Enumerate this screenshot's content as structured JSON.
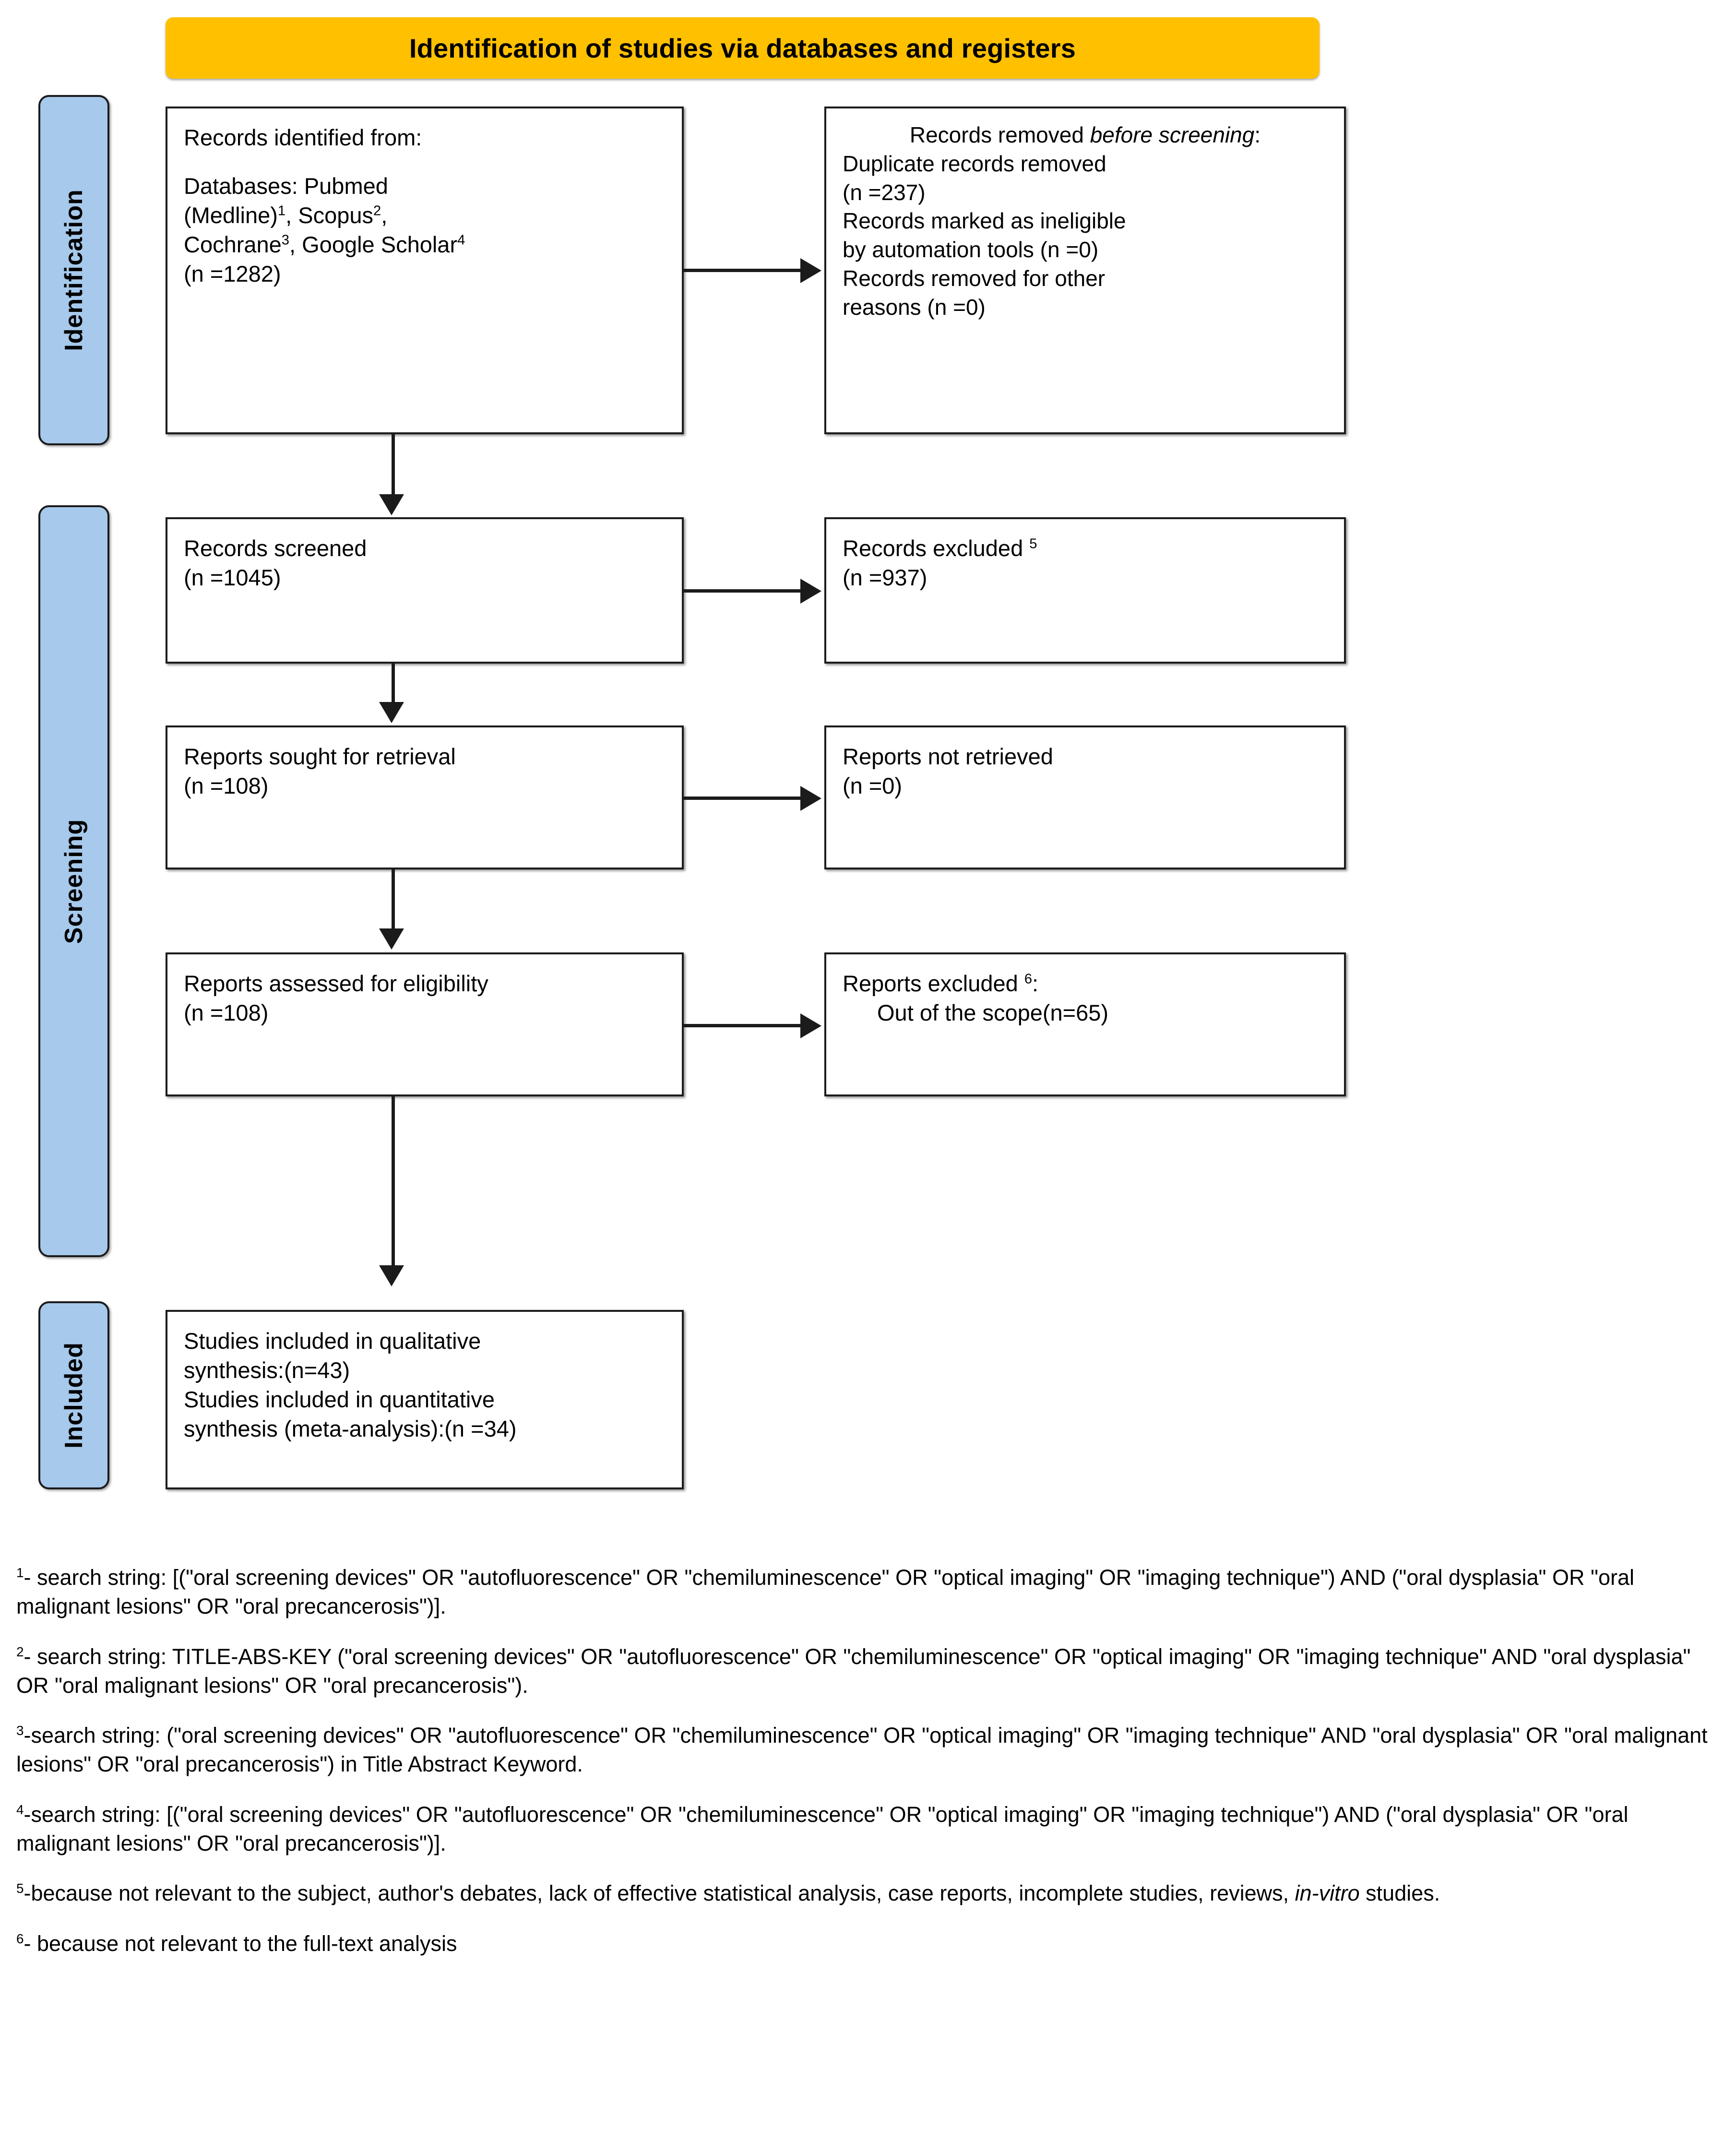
{
  "header": {
    "title": "Identification of studies via databases and registers"
  },
  "stages": [
    {
      "key": "identification",
      "label": "Identification"
    },
    {
      "key": "screening",
      "label": "Screening"
    },
    {
      "key": "included",
      "label": "Included"
    }
  ],
  "boxes": {
    "identified": {
      "line1": "Records identified from:",
      "line2": "Databases: Pubmed",
      "line3_a": "(Medline)",
      "line3_sup": "1",
      "line3_b": ", Scopus",
      "line3_sup2": "2",
      "line3_c": ",",
      "line4_a": "Cochrane",
      "line4_sup": "3",
      "line4_b": ", Google Scholar",
      "line4_sup2": "4",
      "line5": "(n =1282)"
    },
    "removed": {
      "title_a": "Records removed ",
      "title_italic": "before screening",
      "title_b": ":",
      "line1": "Duplicate records removed",
      "line2": "(n =237)",
      "line3": "Records marked as ineligible",
      "line4": "by automation tools (n =0)",
      "line5": "Records removed for other",
      "line6": "reasons (n =0)"
    },
    "screened": {
      "line1": "Records screened",
      "line2": "(n =1045)"
    },
    "records_excluded": {
      "line1": "Records excluded ",
      "sup": "5",
      "line2": "(n =937)"
    },
    "sought": {
      "line1": "Reports sought for retrieval",
      "line2": "(n =108)"
    },
    "not_retrieved": {
      "line1": "Reports not retrieved",
      "line2": "(n =0)"
    },
    "eligibility": {
      "line1": "Reports assessed for eligibility",
      "line2": "(n =108)"
    },
    "reports_excluded": {
      "line1": "Reports excluded ",
      "sup": "6",
      "line1_end": ":",
      "line2": "Out of the scope(n=65)"
    },
    "included": {
      "line1": "Studies included in qualitative",
      "line2": "synthesis:(n=43)",
      "line3": "Studies included in quantitative",
      "line4": "synthesis (meta-analysis):(n =34)"
    }
  },
  "footnotes": [
    {
      "sup": "1",
      "text": "- search string: [(\"oral screening devices\" OR \"autofluorescence\" OR \"chemiluminescence\" OR \"optical imaging\" OR \"imaging technique\") AND (\"oral dysplasia\" OR \"oral malignant lesions\" OR \"oral precancerosis\")]."
    },
    {
      "sup": "2",
      "text": "- search string: TITLE-ABS-KEY (\"oral screening devices\"  OR  \"autofluorescence\"  OR  \"chemiluminescence\"  OR  \"optical imaging\"  OR  \"imaging technique\"  AND  \"oral dysplasia\"  OR  \"oral malignant lesions\"  OR  \"oral precancerosis\")."
    },
    {
      "sup": "3",
      "text": "-search string: (\"oral screening devices\" OR \"autofluorescence\" OR \"chemiluminescence\" OR \"optical imaging\" OR \"imaging technique\" AND \"oral dysplasia\" OR \"oral malignant lesions\" OR \"oral precancerosis\") in Title Abstract Keyword."
    },
    {
      "sup": "4",
      "text": "-search string: [(\"oral screening devices\" OR \"autofluorescence\" OR \"chemiluminescence\" OR \"optical imaging\" OR \"imaging technique\") AND (\"oral dysplasia\" OR \"oral malignant lesions\" OR \"oral precancerosis\")]."
    },
    {
      "sup": "5",
      "text_before": "-because not relevant to the subject, author's debates, lack of effective statistical analysis, case reports, incomplete studies, reviews, ",
      "italic": "in-vitro",
      "text_after": " studies."
    },
    {
      "sup": "6",
      "text": "- because not relevant to the full-text analysis"
    }
  ]
}
